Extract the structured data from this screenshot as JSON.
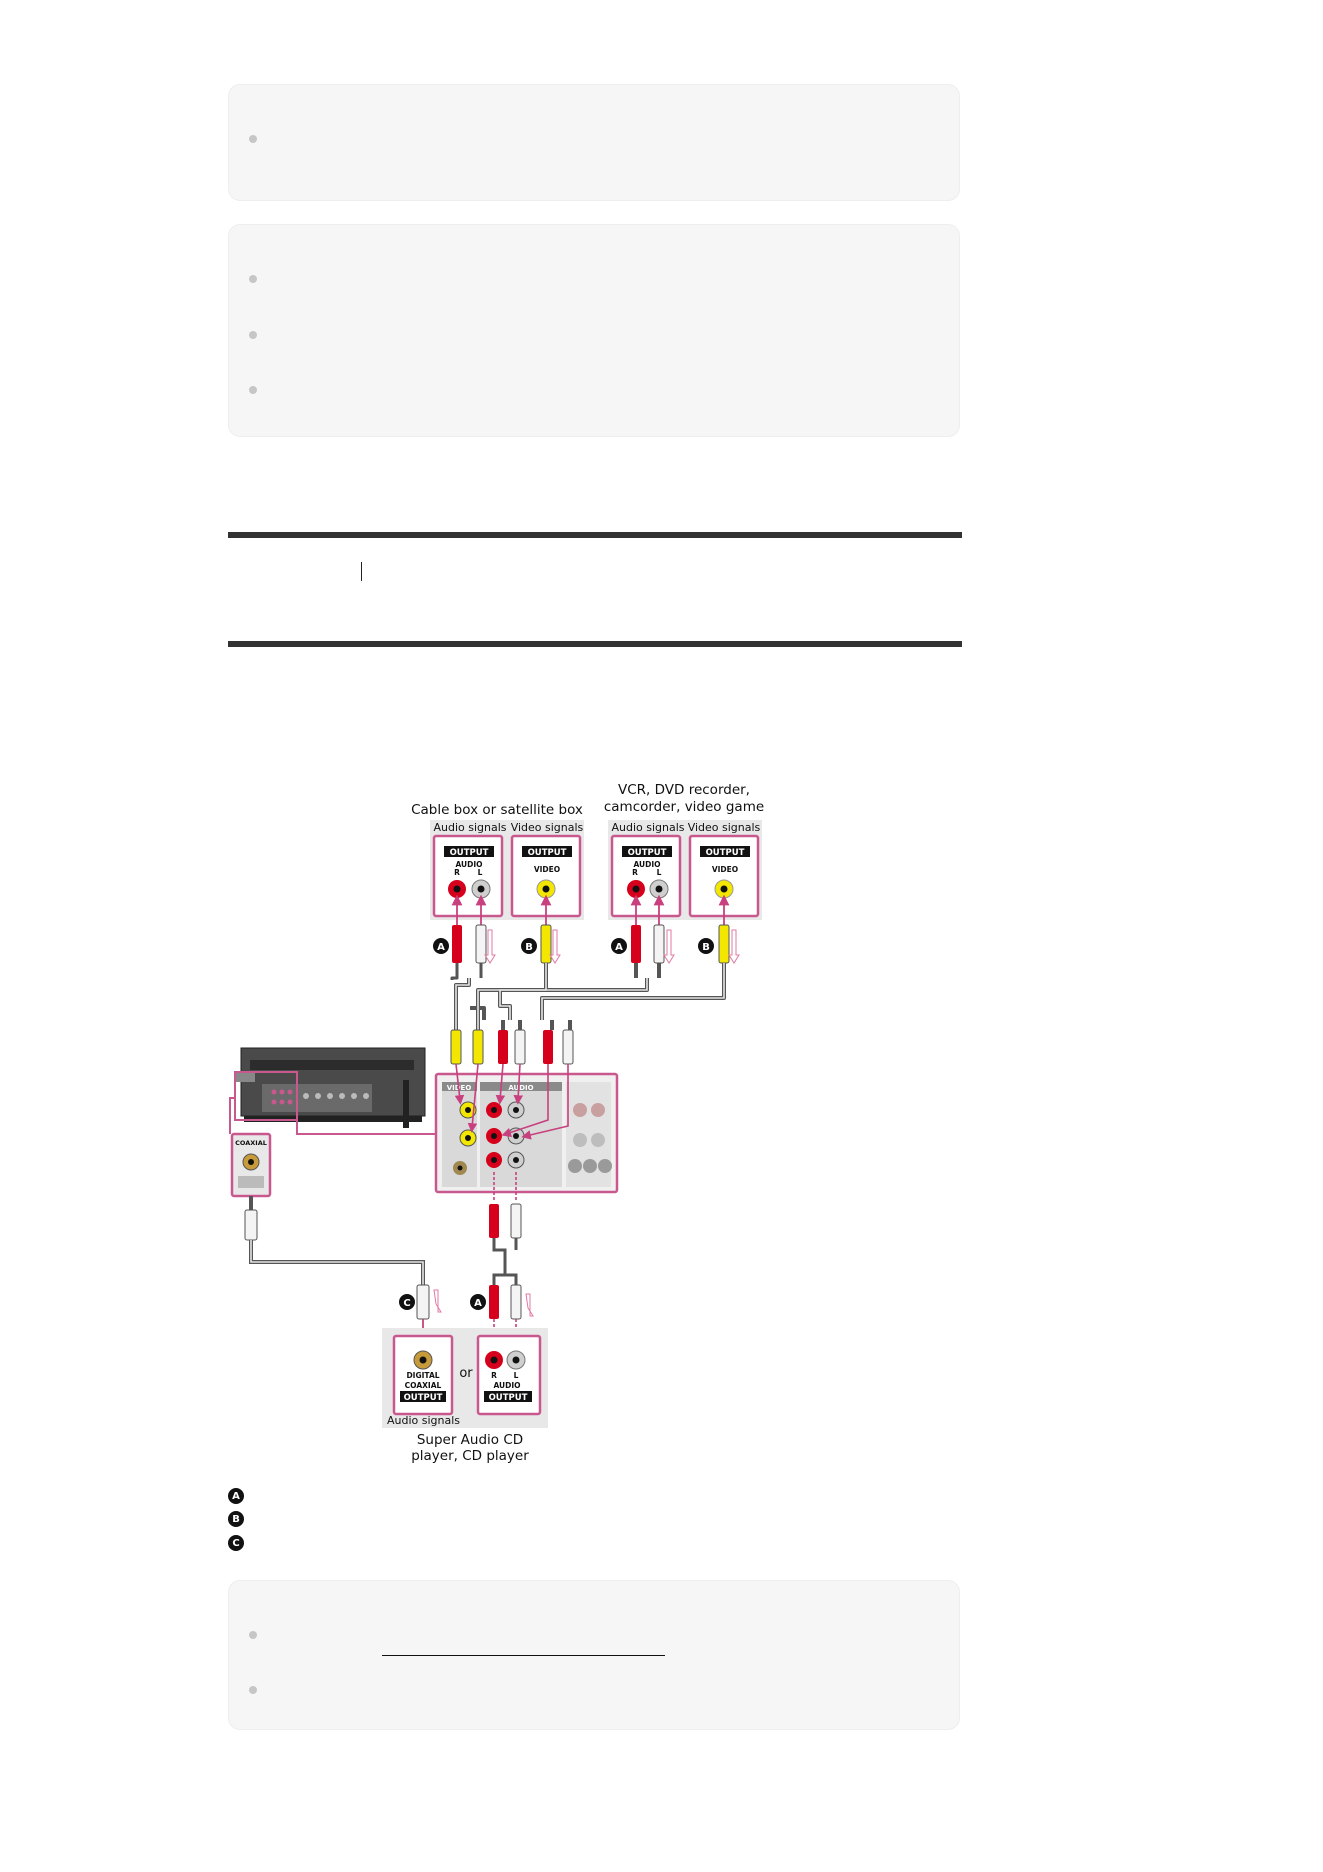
{
  "diagram": {
    "sources": [
      {
        "title_lines": [
          "Cable box or satellite box"
        ],
        "audio_label": "Audio signals",
        "video_label": "Video signals",
        "output_label": "OUTPUT",
        "audio_port_label": "AUDIO",
        "video_port_label": "VIDEO",
        "r_label": "R",
        "l_label": "L"
      },
      {
        "title_lines": [
          "VCR, DVD recorder,",
          "camcorder, video game"
        ],
        "audio_label": "Audio signals",
        "video_label": "Video signals",
        "output_label": "OUTPUT",
        "audio_port_label": "AUDIO",
        "video_port_label": "VIDEO",
        "r_label": "R",
        "l_label": "L"
      }
    ],
    "receiver_panel": {
      "video_label": "VIDEO",
      "audio_label": "AUDIO",
      "coaxial_label": "COAXIAL"
    },
    "cd_player": {
      "digital_label": "DIGITAL",
      "coaxial_label": "COAXIAL",
      "output_label": "OUTPUT",
      "or_label": "or",
      "audio_port_label": "AUDIO",
      "r_label": "R",
      "l_label": "L",
      "audio_signals_label": "Audio signals",
      "title_lines": [
        "Super Audio CD",
        "player, CD player"
      ]
    },
    "cable_badges": {
      "a": "A",
      "b": "B",
      "c": "C"
    }
  },
  "legend": [
    {
      "badge": "A"
    },
    {
      "badge": "B"
    },
    {
      "badge": "C"
    }
  ],
  "colors": {
    "panel_border": "#c8588e",
    "red_plug": "#d6001c",
    "yellow_plug": "#f3e600",
    "white_plug": "#f4f4f4",
    "arrow_magenta": "#c8407e",
    "note_bg": "#f6f6f6"
  }
}
